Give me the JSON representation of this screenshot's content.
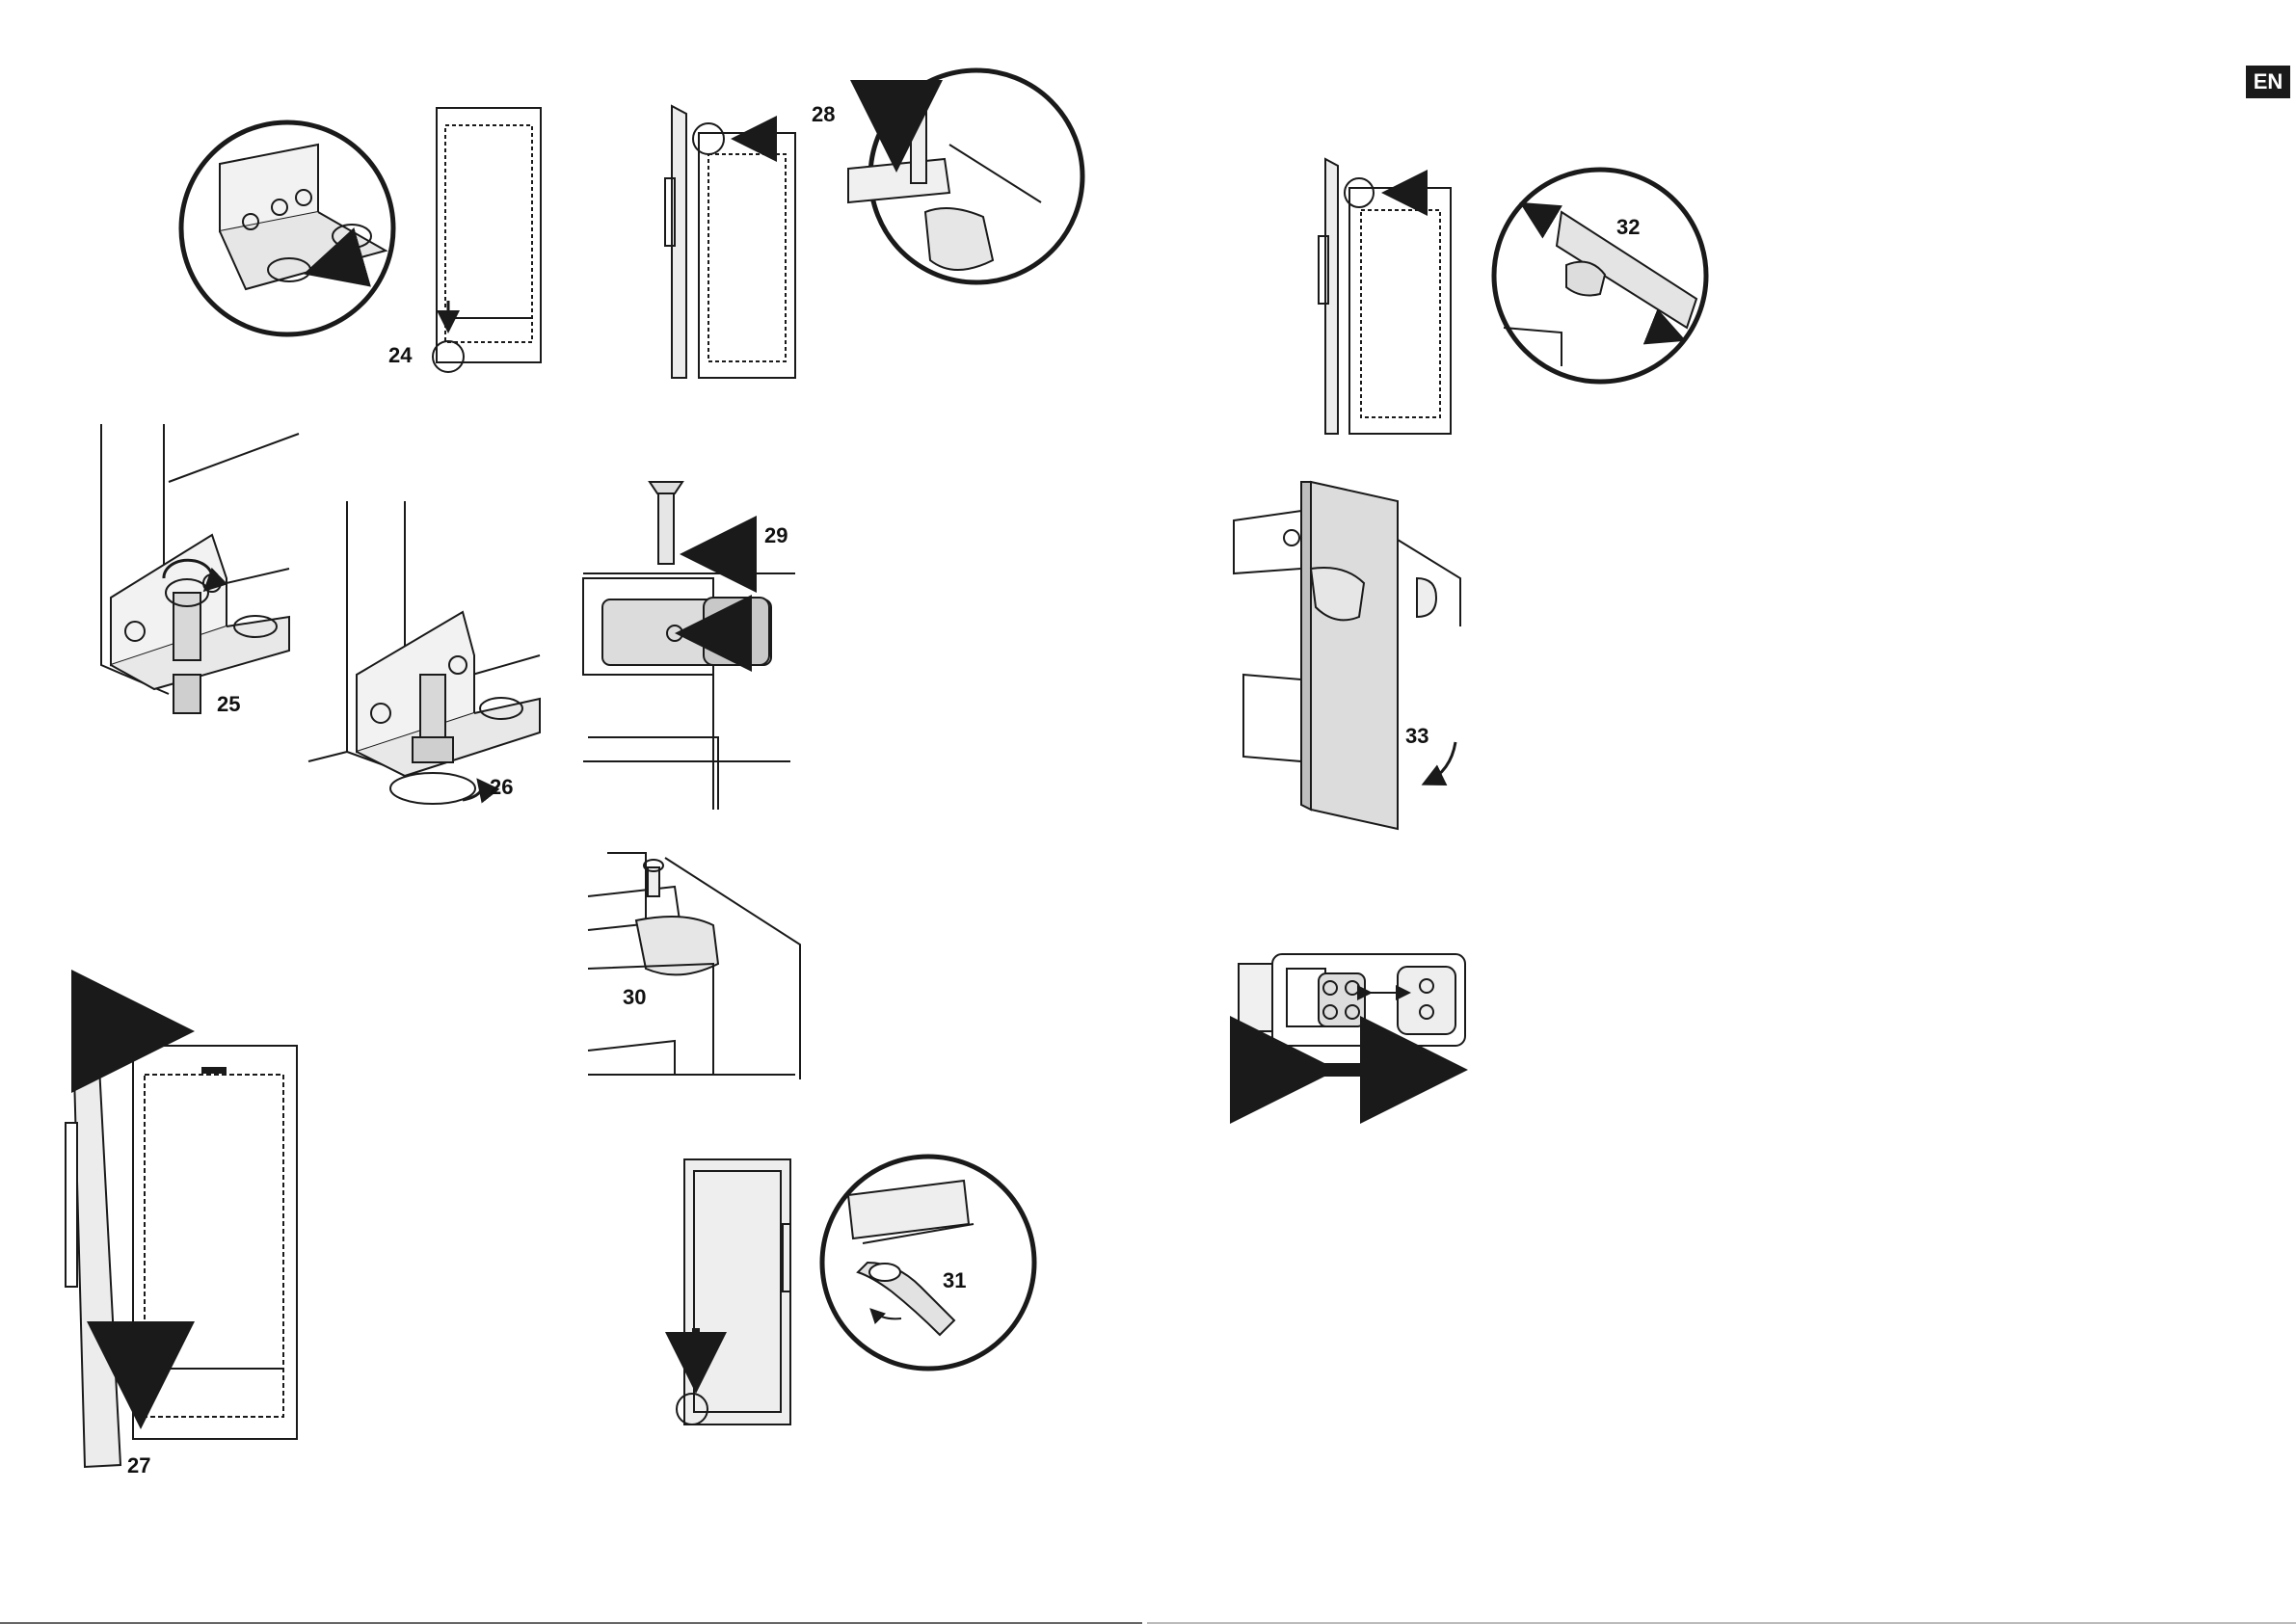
{
  "language_badge": "EN",
  "steps": [
    {
      "id": "step-24",
      "number": "24"
    },
    {
      "id": "step-25",
      "number": "25"
    },
    {
      "id": "step-26",
      "number": "26"
    },
    {
      "id": "step-27",
      "number": "27"
    },
    {
      "id": "step-28",
      "number": "28"
    },
    {
      "id": "step-29",
      "number": "29"
    },
    {
      "id": "step-30",
      "number": "30"
    },
    {
      "id": "step-31",
      "number": "31"
    },
    {
      "id": "step-32",
      "number": "32"
    },
    {
      "id": "step-33",
      "number": "33"
    }
  ],
  "colors": {
    "line": "#1a1a1a",
    "panel": "#e8e8e8",
    "badge_bg": "#1a1a1a",
    "badge_text": "#ffffff"
  }
}
